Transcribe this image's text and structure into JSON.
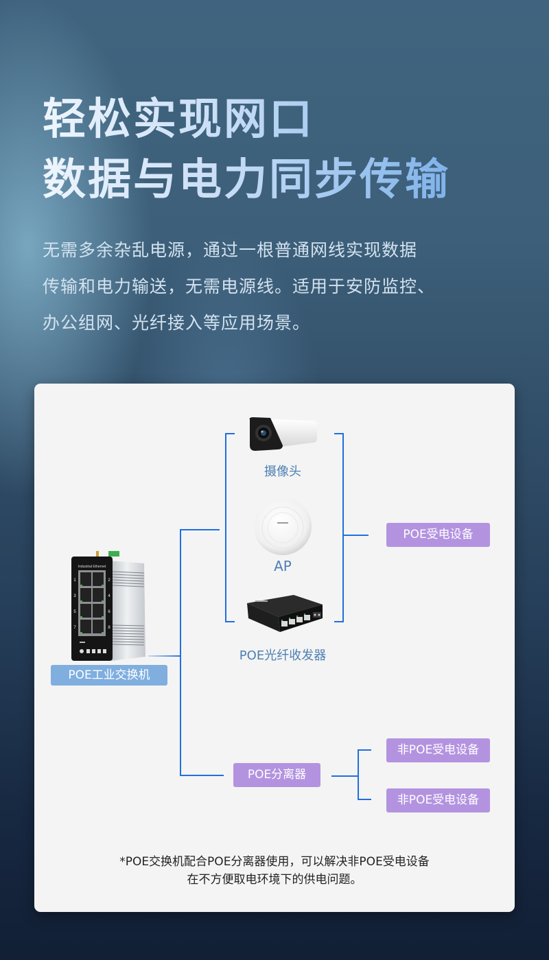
{
  "header": {
    "title_lines": [
      "轻松实现网口",
      "数据与电力同步传输"
    ],
    "description_lines": [
      "无需多余杂乱电源，通过一根普通网线实现数据",
      "传输和电力输送，无需电源线。适用于安防监控、",
      "办公组网、光纤接入等应用场景。"
    ]
  },
  "diagram": {
    "source": {
      "label": "POE工业交换机",
      "panel_text": "Industrial Ethernet",
      "port_numbers": [
        "1",
        "2",
        "3",
        "4",
        "5",
        "6",
        "7",
        "8"
      ],
      "icon": "industrial-switch-icon"
    },
    "poe_devices": [
      {
        "label": "摄像头",
        "icon": "camera-icon"
      },
      {
        "label": "AP",
        "icon": "access-point-icon"
      },
      {
        "label": "POE光纤收发器",
        "icon": "fiber-transceiver-icon"
      }
    ],
    "poe_group_label": "POE受电设备",
    "splitter_label": "POE分离器",
    "non_poe_devices": [
      "非POE受电设备",
      "非POE受电设备"
    ],
    "note_lines": [
      "*POE交换机配合POE分离器使用，可以解决非POE受电设备",
      "在不方便取电环境下的供电问题。"
    ]
  },
  "colors": {
    "connector": "#1f6fe0",
    "tag_purple": "#b393e0",
    "tag_blue": "#7faedf",
    "device_label": "#4d7fb3"
  }
}
